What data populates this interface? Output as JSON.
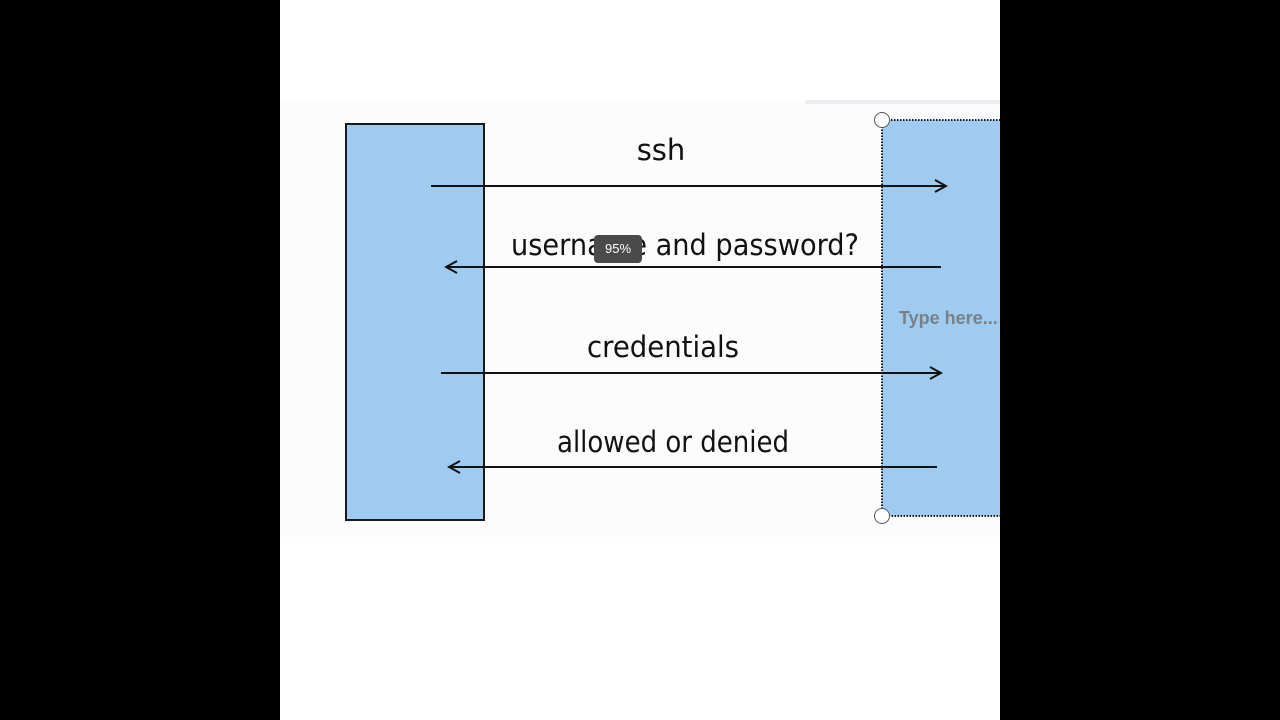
{
  "diagram": {
    "messages": [
      {
        "label": "ssh",
        "direction": "left-to-right"
      },
      {
        "label": "username and password?",
        "direction": "right-to-left"
      },
      {
        "label": "credentials",
        "direction": "left-to-right"
      },
      {
        "label": "allowed or denied",
        "direction": "right-to-left"
      }
    ],
    "participant_fill": "#a0cbf0",
    "participant_border": "#1a1a1a"
  },
  "overlay": {
    "zoom_badge": "95%",
    "textbox_placeholder": "Type here..."
  }
}
